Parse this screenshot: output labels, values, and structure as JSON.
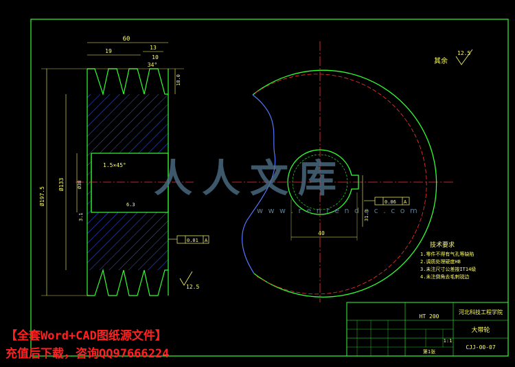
{
  "dimensions": {
    "top_overall": "60",
    "groove_pitch": "19",
    "groove_width": "13",
    "groove_offset": "10",
    "groove_angle": "34°",
    "groove_depth": "18.0",
    "outer_dia": "Ø197.5",
    "bore_dia": "Ø133",
    "hub_dia": "Ø38",
    "chamfer": "1.5×45°",
    "inner_roughness": "6.3",
    "bore_left_mark": "3.1",
    "runout_box": "0.01",
    "runout_datum": "A",
    "bottom_roughness": "12.5",
    "keyway_width": "40",
    "keyway_depth": "31.3",
    "key_symbol_box": "0.06",
    "key_datum": "A"
  },
  "roughness_note": {
    "label": "其余",
    "value": "12.5"
  },
  "tech_requirements": {
    "title": "技术要求",
    "items": [
      "1.零件不得有气孔等缺陷",
      "2.调质处理硬度HB",
      "3.未注尺寸公差按IT14级",
      "4.未注倒角去毛刺锐边"
    ]
  },
  "title_block": {
    "material": "HT 200",
    "school": "河北科技工程学院",
    "part_name": "大带轮",
    "drawing_no": "CJJ-00-07",
    "scale": "1:1",
    "sheet": "第1张"
  },
  "watermark": {
    "site": "w w w . r e n r e n d o c . c o m",
    "text": "人人文库"
  },
  "promo": {
    "line1": "【全套Word+CAD图纸源文件】",
    "line2": "充值后下载，咨询QQ97666224"
  },
  "colors": {
    "outline": "#33ff33",
    "center": "#ff3333",
    "dimension": "#ffff66",
    "frame": "#33ff33",
    "hatch": "#3355ff",
    "break_line": "#5577ff",
    "promo": "#ff2020"
  }
}
